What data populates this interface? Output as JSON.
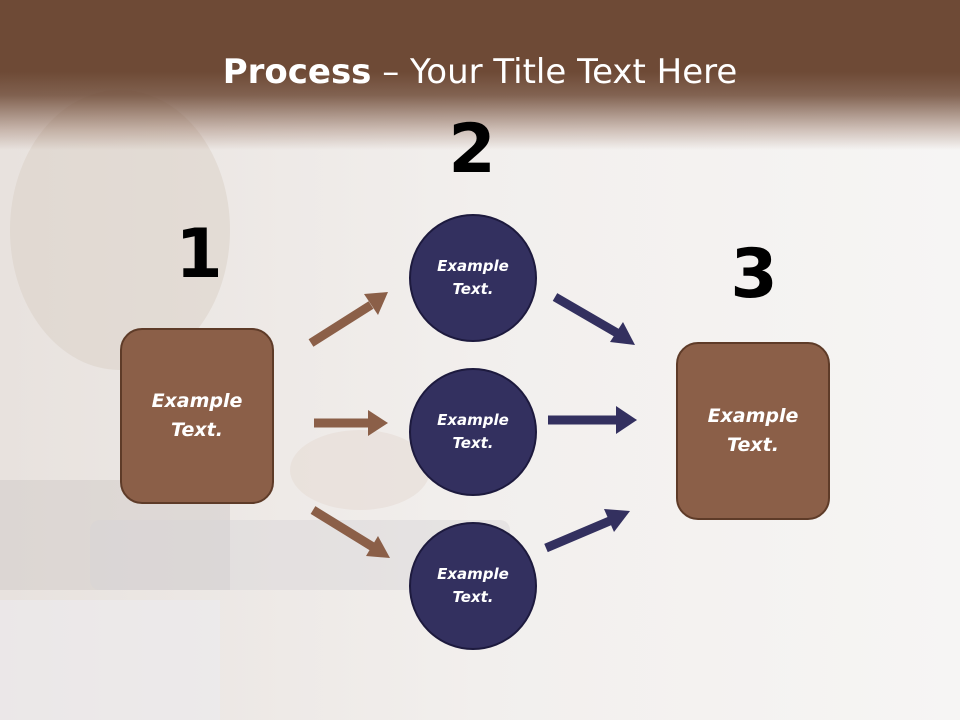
{
  "title": {
    "strong": "Process",
    "rest": " – Your Title Text Here"
  },
  "steps": {
    "one": {
      "number": "1",
      "label": "Example Text."
    },
    "two": {
      "number": "2",
      "circles": [
        {
          "label": "Example Text."
        },
        {
          "label": "Example Text."
        },
        {
          "label": "Example Text."
        }
      ]
    },
    "three": {
      "number": "3",
      "label": "Example Text."
    }
  },
  "colors": {
    "header": "#6e4a36",
    "box": "#8b5f48",
    "circle": "#33305f",
    "arrow_brown": "#8b5f48",
    "arrow_navy": "#33305f"
  }
}
